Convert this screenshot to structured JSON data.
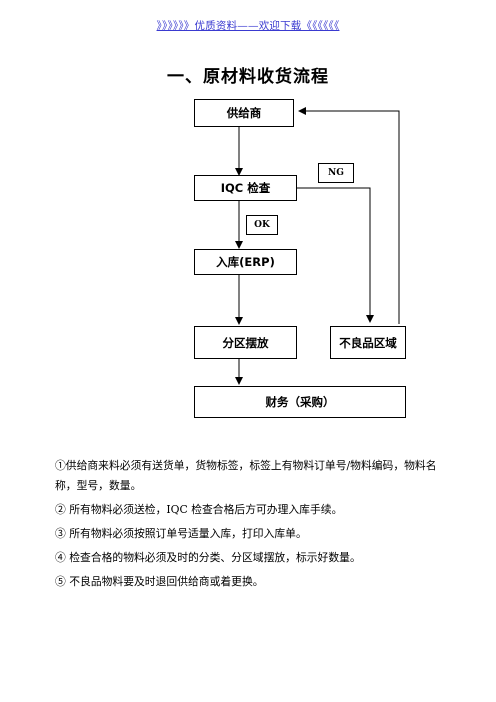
{
  "header": {
    "text": "》》》》》》优质资料——欢迎下载《《《《《《"
  },
  "title": "一、原材料收货流程",
  "flowchart": {
    "supplier": "供给商",
    "iqc": "IQC 检查",
    "ok_label": "OK",
    "ng_label": "NG",
    "warehouse": "入库(ERP)",
    "zoning": "分区摆放",
    "defect_area": "不良品区域",
    "finance": "财务（采购）"
  },
  "notes": [
    "①供给商来料必须有送货单，货物标签，标签上有物料订单号/物料编码，物料名称，型号，数量。",
    "② 所有物料必须送检，IQC 检查合格后方可办理入库手续。",
    "③ 所有物料必须按照订单号适量入库，打印入库单。",
    "④ 检查合格的物料必须及时的分类、分区域摆放，标示好数量。",
    "⑤ 不良品物料要及时退回供给商或着更换。"
  ]
}
